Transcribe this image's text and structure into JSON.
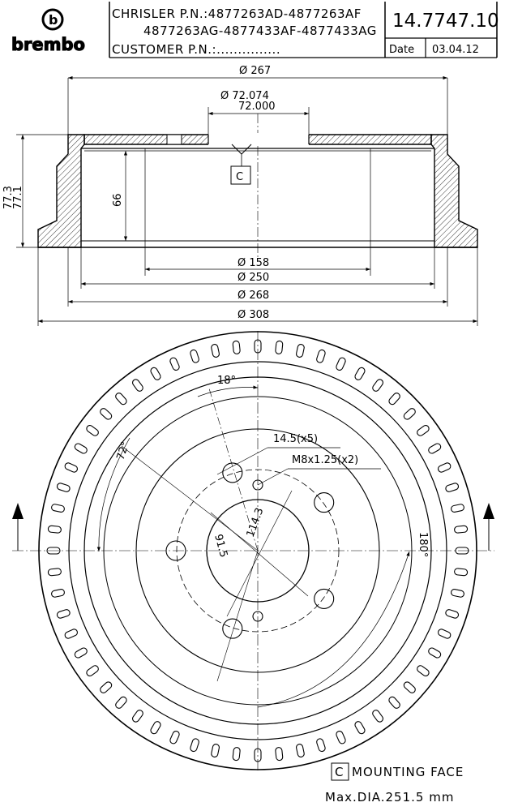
{
  "header": {
    "brand": "brembo",
    "oem_line1": "CHRISLER P.N.:4877263AD-4877263AF",
    "oem_line2": "4877263AG-4877433AF-4877433AG",
    "customer_label": "CUSTOMER P.N.:...............",
    "part_number": "14.7747.10",
    "date_label": "Date",
    "date_value": "03.04.12"
  },
  "dimensions": {
    "d267": "Ø 267",
    "d72_max": "Ø 72.074",
    "d72_min": "72.000",
    "d158": "Ø 158",
    "d250": "Ø 250",
    "d268": "Ø 268",
    "d308": "Ø 308",
    "h77_3": "77.3",
    "h77_1": "77.1",
    "h66": "66",
    "ref_c": "C"
  },
  "front_view": {
    "angle_18": "18°",
    "angle_72": "72°",
    "angle_180": "180°",
    "hole_spec": "14.5(x5)",
    "thread_spec": "M8x1.25(x2)",
    "pcd_915": "91.5",
    "pcd_1143": "114.3"
  },
  "notes": {
    "mounting_box": "C",
    "mounting_face": "MOUNTING FACE",
    "max_dia": "Max.DIA.251.5 mm"
  }
}
